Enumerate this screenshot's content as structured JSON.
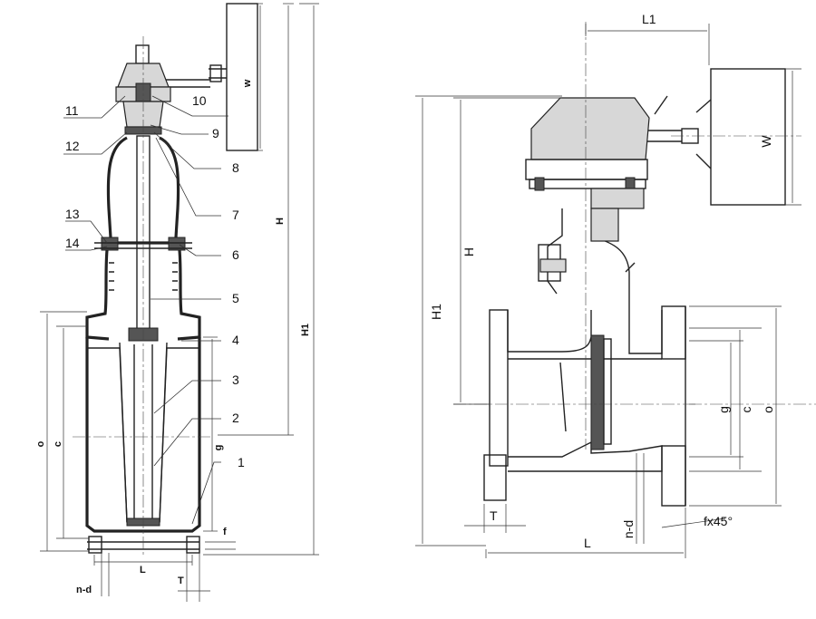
{
  "left_view": {
    "part_numbers": [
      "1",
      "2",
      "3",
      "4",
      "5",
      "6",
      "7",
      "8",
      "9",
      "10",
      "11",
      "12",
      "13",
      "14"
    ],
    "dimensions": {
      "w": "w",
      "h": "H",
      "h1": "H1",
      "o": "o",
      "c": "c",
      "g": "g",
      "f": "f",
      "l": "L",
      "nd": "n-d",
      "t": "T"
    }
  },
  "right_view": {
    "dimensions": {
      "l1": "L1",
      "w": "W",
      "h": "H",
      "h1": "H1",
      "g": "g",
      "c": "c",
      "o": "o",
      "t": "T",
      "nd": "n-d",
      "l": "L",
      "chamfer": "fx45°"
    }
  }
}
